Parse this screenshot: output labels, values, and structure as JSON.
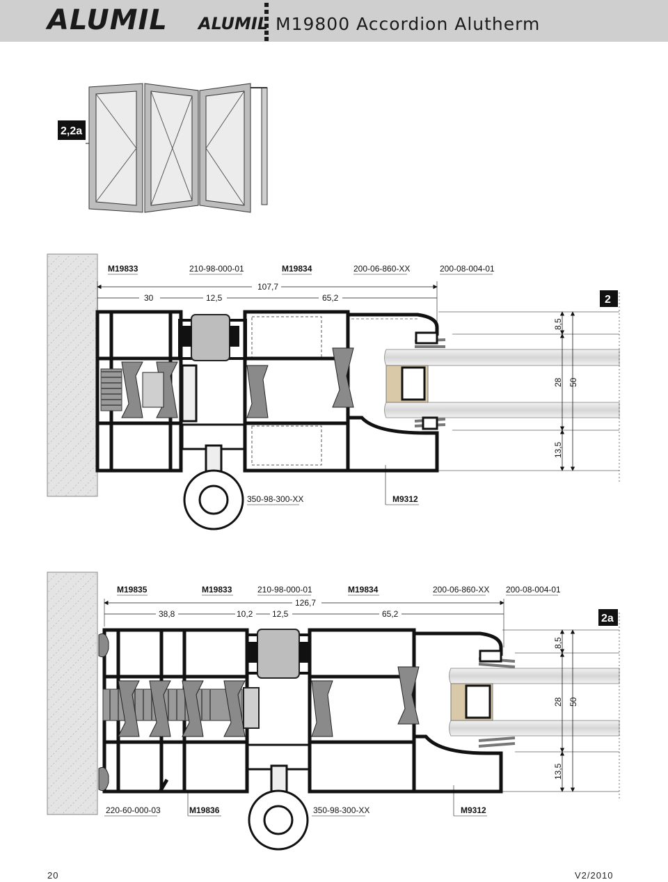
{
  "header": {
    "logo_main": "ALUMIL",
    "logo_small": "ALUMIL",
    "series_title": "M19800 Accordion Alutherm"
  },
  "elevation": {
    "tag": "2,2a"
  },
  "section_2": {
    "tag": "2",
    "labels_top": [
      "M19833",
      "210-98-000-01",
      "M19834",
      "200-06-860-XX",
      "200-08-004-01"
    ],
    "labels_bottom": [
      "350-98-300-XX",
      "M9312"
    ],
    "dim_total": "107,7",
    "dims_row": [
      "30",
      "12,5",
      "65,2"
    ],
    "dims_vertical": [
      "8,5",
      "28",
      "50",
      "13,5"
    ]
  },
  "section_2a": {
    "tag": "2a",
    "labels_top": [
      "M19835",
      "M19833",
      "210-98-000-01",
      "M19834",
      "200-06-860-XX",
      "200-08-004-01"
    ],
    "labels_bottom": [
      "220-60-000-03",
      "M19836",
      "350-98-300-XX",
      "M9312"
    ],
    "dim_total": "126,7",
    "dims_row": [
      "38,8",
      "10,2",
      "12,5",
      "65,2"
    ],
    "dims_vertical": [
      "8,5",
      "28",
      "50",
      "13,5"
    ]
  },
  "footer": {
    "page_number": "20",
    "version": "V2/2010"
  },
  "colors": {
    "header_bg": "#cfcfcf",
    "profile": "#111111",
    "gasket": "#8a8a8a",
    "glass": "#e6e6e6",
    "wall_hatch": "#d8d8d8"
  }
}
